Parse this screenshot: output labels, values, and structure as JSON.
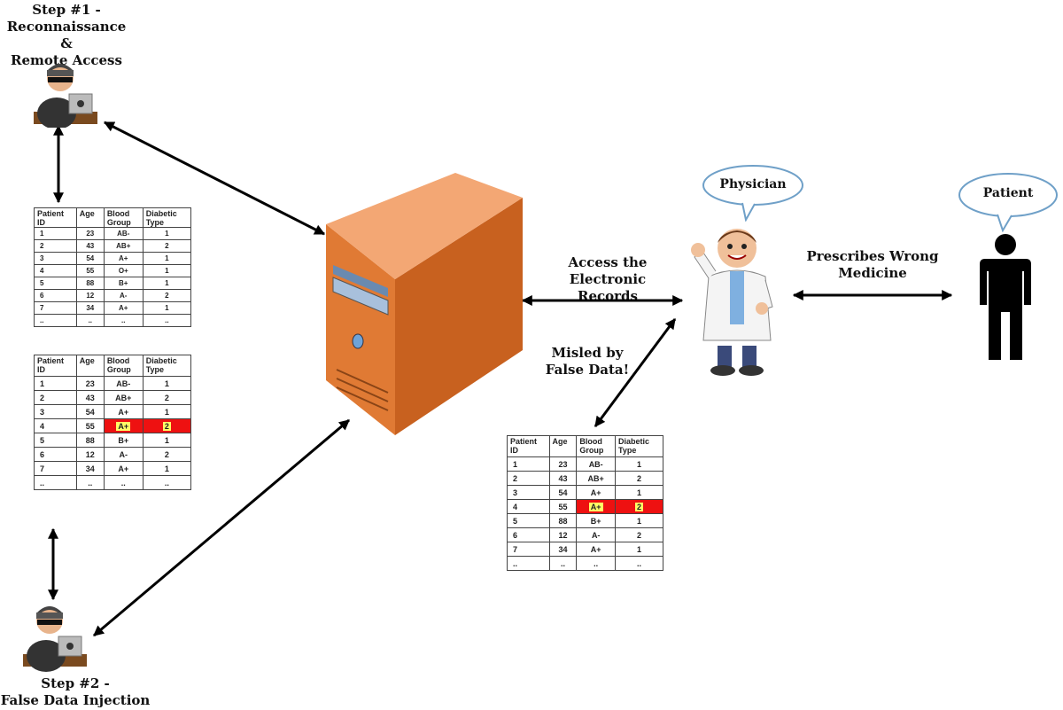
{
  "labels": {
    "step1_line1": "Step #1 -",
    "step1_line2": "Reconnaissance &",
    "step1_line3": "Remote Access",
    "step2_line1": "Step #2 -",
    "step2_line2": "False Data Injection",
    "access_line1": "Access the Electronic",
    "access_line2": "Records",
    "misled_line1": "Misled by",
    "misled_line2": "False Data!",
    "prescribes_line1": "Prescribes Wrong",
    "prescribes_line2": "Medicine",
    "physician": "Physician",
    "patient": "Patient"
  },
  "table_headers": [
    [
      "Patient",
      "ID"
    ],
    [
      "Age",
      ""
    ],
    [
      "Blood",
      "Group"
    ],
    [
      "Diabetic",
      "Type"
    ]
  ],
  "table_clean_rows": [
    [
      "1",
      "23",
      "AB-",
      "1"
    ],
    [
      "2",
      "43",
      "AB+",
      "2"
    ],
    [
      "3",
      "54",
      "A+",
      "1"
    ],
    [
      "4",
      "55",
      "O+",
      "1"
    ],
    [
      "5",
      "88",
      "B+",
      "1"
    ],
    [
      "6",
      "12",
      "A-",
      "2"
    ],
    [
      "7",
      "34",
      "A+",
      "1"
    ],
    [
      "..",
      "..",
      "..",
      ".."
    ]
  ],
  "table_tampered_rows": [
    [
      "1",
      "23",
      "AB-",
      "1"
    ],
    [
      "2",
      "43",
      "AB+",
      "2"
    ],
    [
      "3",
      "54",
      "A+",
      "1"
    ],
    [
      "4",
      "55",
      "A+",
      "2"
    ],
    [
      "5",
      "88",
      "B+",
      "1"
    ],
    [
      "6",
      "12",
      "A-",
      "2"
    ],
    [
      "7",
      "34",
      "A+",
      "1"
    ],
    [
      "..",
      "..",
      "..",
      ".."
    ]
  ],
  "tampered_row_index": 3,
  "colors": {
    "server_front": "#e07a34",
    "server_side": "#c8611f",
    "server_top": "#f3a774",
    "tamper_red": "#ee1111",
    "tamper_yellow": "#ffff66",
    "bubble_stroke": "#6fa0c8"
  },
  "icons": [
    "hacker-icon",
    "server-icon",
    "physician-icon",
    "patient-icon"
  ]
}
